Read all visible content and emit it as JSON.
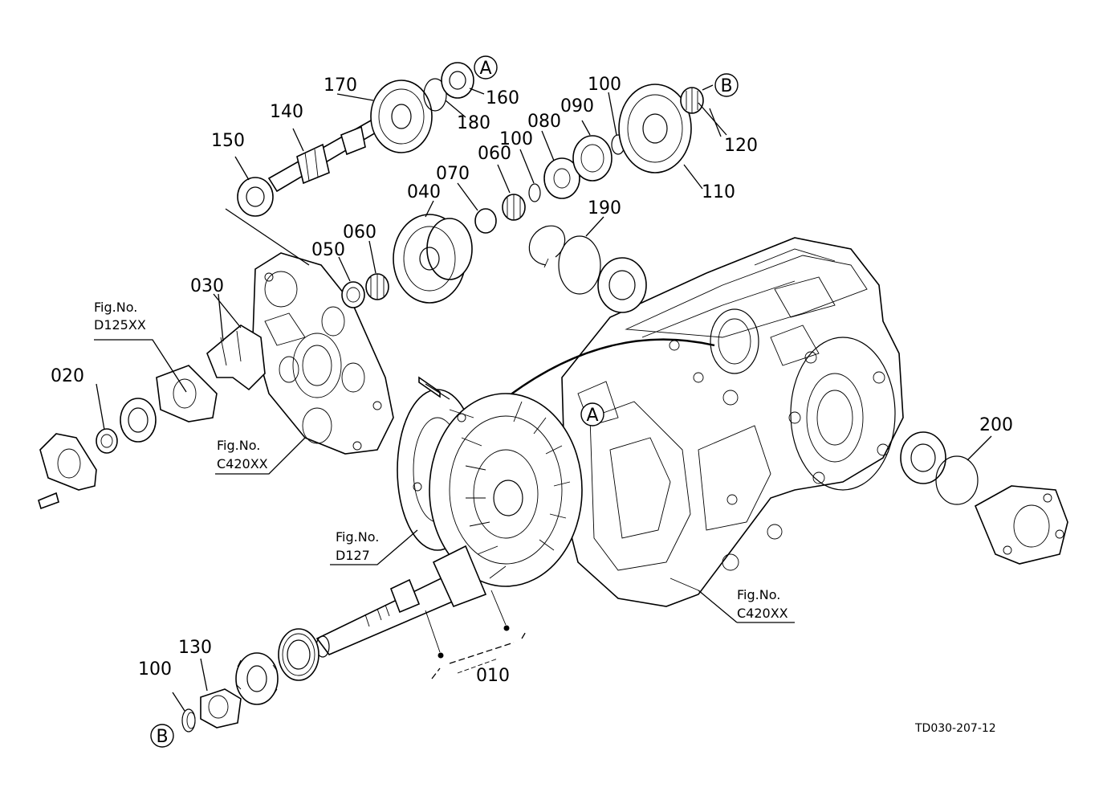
{
  "labels": {
    "p010": "010",
    "p020": "020",
    "p030": "030",
    "p040": "040",
    "p050": "050",
    "p060a": "060",
    "p060b": "060",
    "p070": "070",
    "p080": "080",
    "p090": "090",
    "p100a": "100",
    "p100b": "100",
    "p100c": "100",
    "p110": "110",
    "p120": "120",
    "p130": "130",
    "p140": "140",
    "p150": "150",
    "p160": "160",
    "p170": "170",
    "p180": "180",
    "p190": "190",
    "p200": "200"
  },
  "refs": {
    "fig_no": "Fig.No.",
    "d125xx": "D125XX",
    "c420xx_left": "C420XX",
    "d127": "D127",
    "c420xx_right": "C420XX"
  },
  "markers": {
    "a": "A",
    "b": "B"
  },
  "drawing_code": "TD030-207-12"
}
